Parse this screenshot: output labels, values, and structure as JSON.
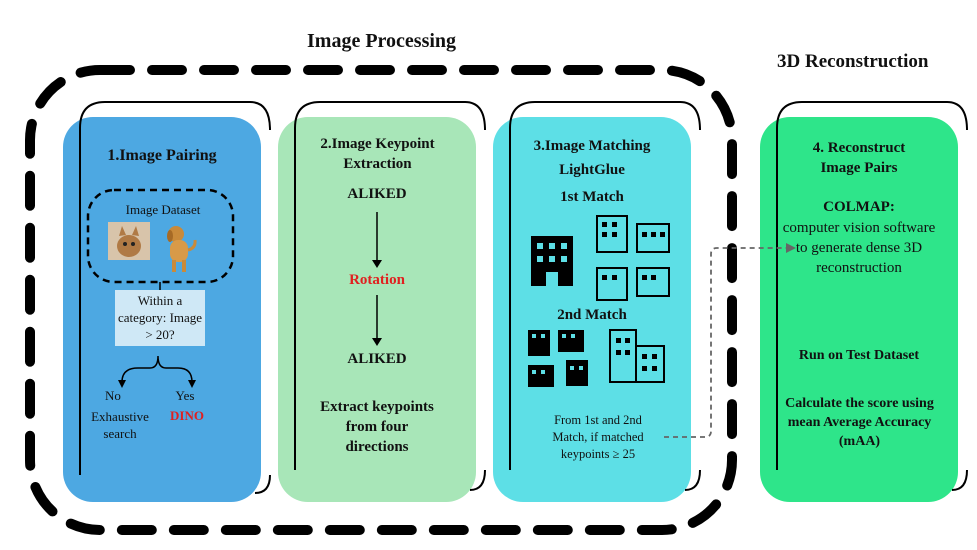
{
  "headings": {
    "image_processing": "Image Processing",
    "reconstruction": "3D Reconstruction"
  },
  "panel1": {
    "title": "1.Image Pairing",
    "dataset_label": "Image Dataset",
    "question": "Within a category: Image > 20?",
    "no_label": "No",
    "yes_label": "Yes",
    "no_result": "Exhaustive search",
    "yes_result": "DINO",
    "color": "#4da8e2"
  },
  "panel2": {
    "title": "2.Image Keypoint Extraction",
    "step1": "ALIKED",
    "step2": "Rotation",
    "step3": "ALIKED",
    "summary": "Extract keypoints from four directions",
    "color": "#a8e6b8"
  },
  "panel3": {
    "title": "3.Image Matching",
    "method": "LightGlue",
    "match1": "1st Match",
    "match2": "2nd Match",
    "condition": "From 1st and 2nd Match, if matched keypoints ≥ 25",
    "color": "#5ddfe6"
  },
  "panel4": {
    "title": "4. Reconstruct Image Pairs",
    "tool": "COLMAP:",
    "tool_desc": "computer vision software to generate dense 3D reconstruction",
    "run": "Run on Test Dataset",
    "score": "Calculate the score using mean Average Accuracy (mAA)",
    "color": "#2ee58a"
  },
  "accent_red": "#e02020",
  "icons": [
    "cat-photo-icon",
    "dog-photo-icon",
    "building-icon",
    "rotated-building-icon"
  ]
}
